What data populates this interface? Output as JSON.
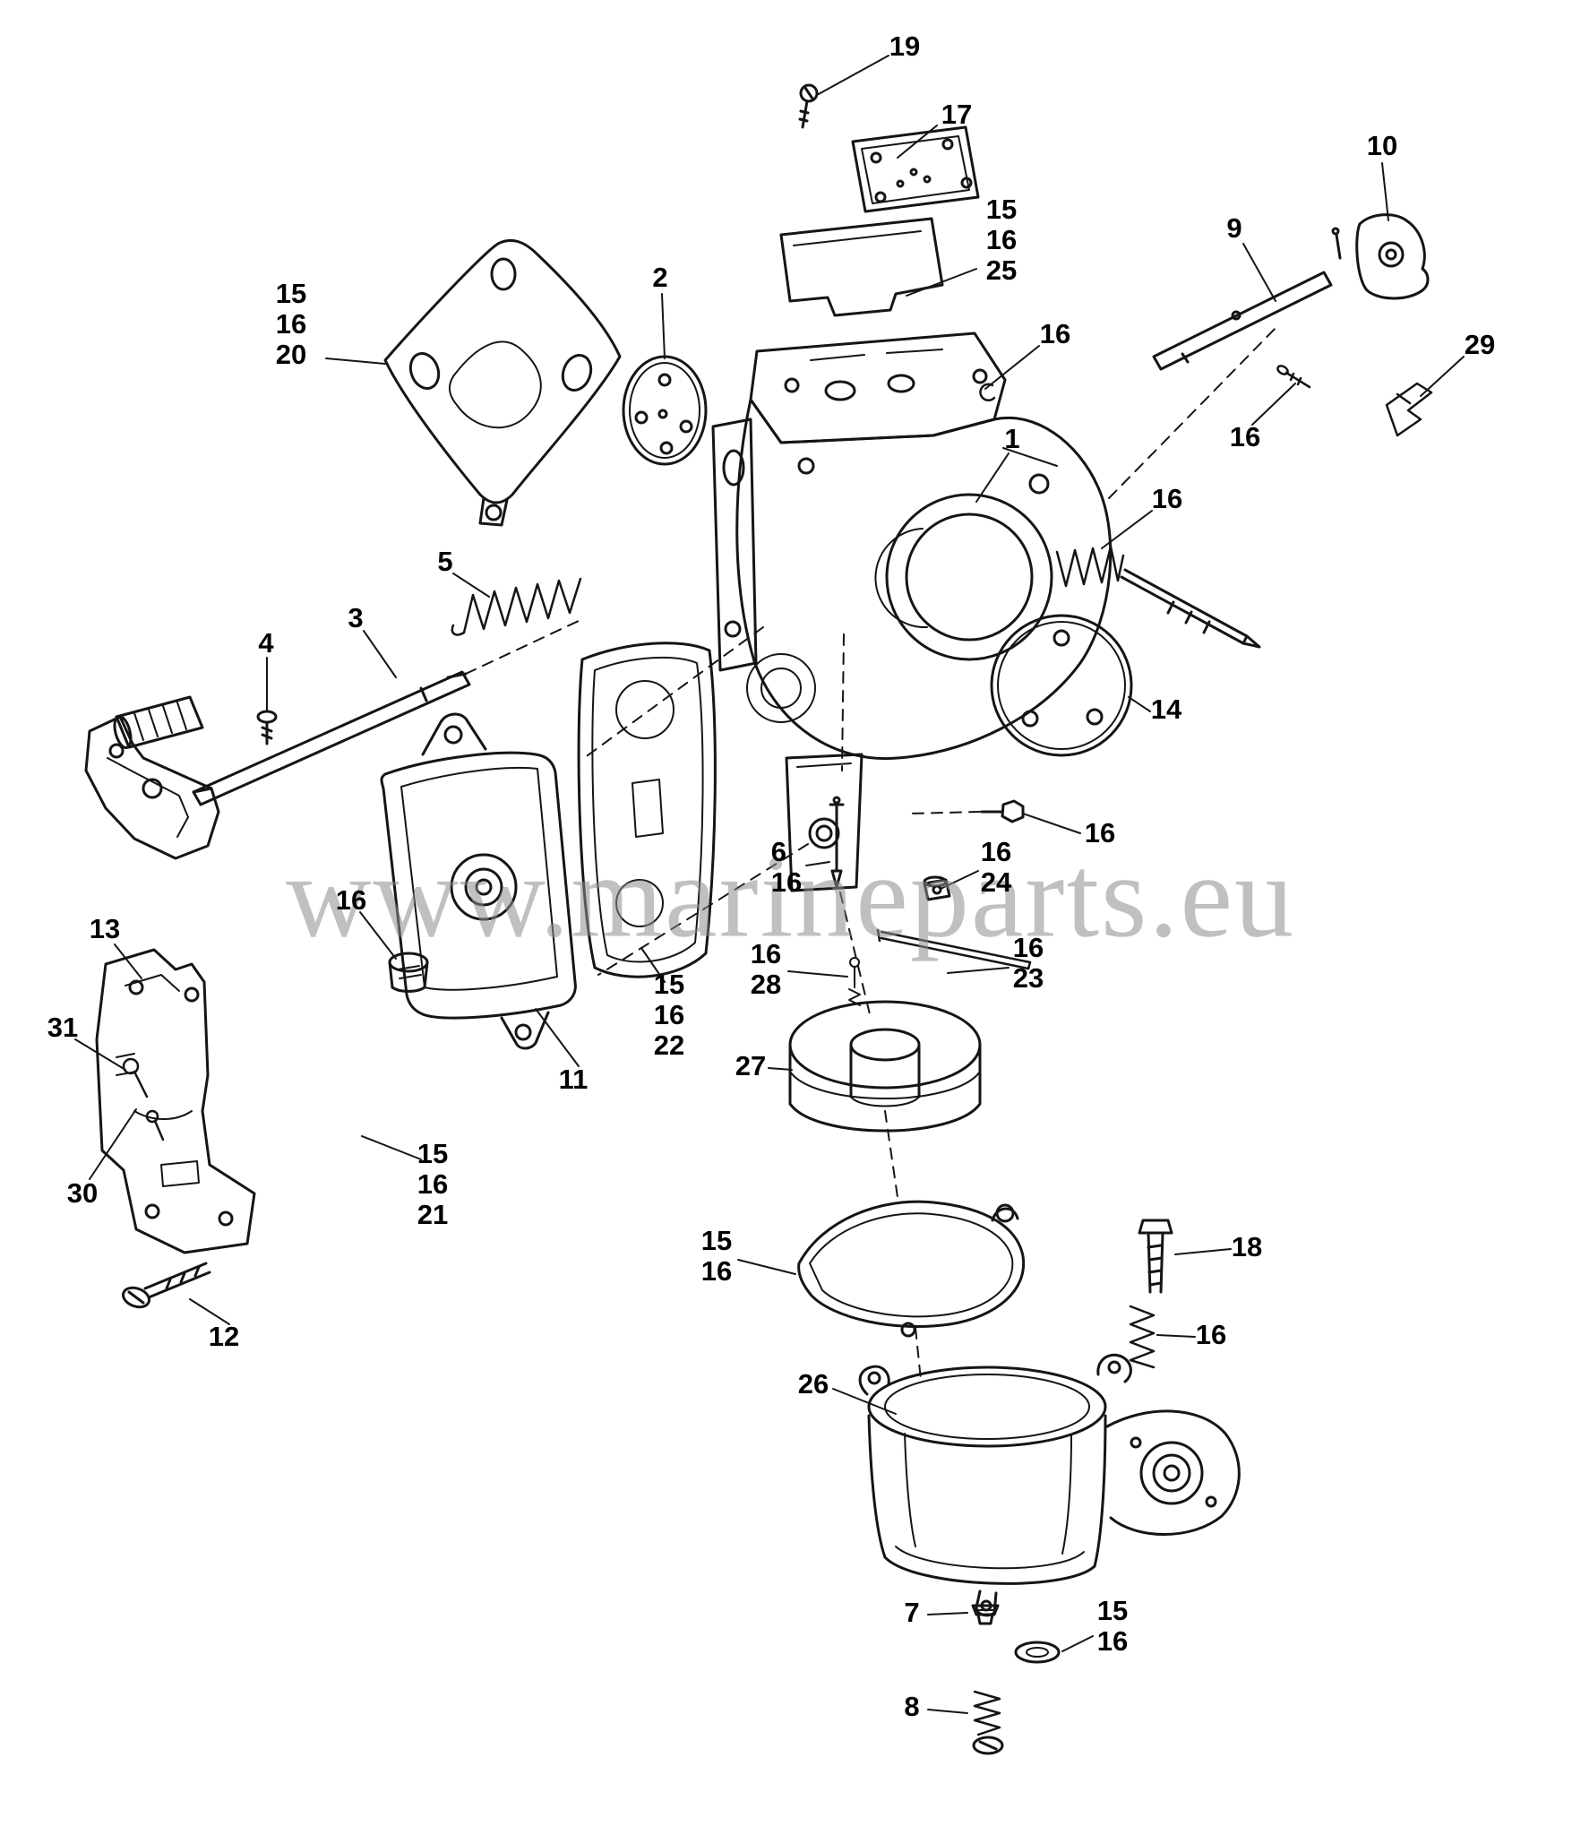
{
  "watermark": {
    "text": "www.marineparts.eu"
  },
  "callouts": {
    "screw_top_cover": "19",
    "top_cover_plate": "17",
    "top_cover_gasket": [
      "15",
      "16",
      "25"
    ],
    "choke_bracket": "10",
    "choke_shaft": "9",
    "retainer_clip_top": "16",
    "link_rod": "29",
    "choke_screw": "16",
    "enrichener_disc": "2",
    "mount_gasket": [
      "15",
      "16",
      "20"
    ],
    "carburetor_body": "1",
    "idle_adjust_spring_screw": "16",
    "throttle_return_spring": "5",
    "throttle_shaft": "3",
    "shaft_screw": "4",
    "side_cover_plate": "14",
    "cover_screw": "16",
    "inlet_needle": [
      "6",
      "16"
    ],
    "needle_seat": [
      "16",
      "24"
    ],
    "main_nozzle": [
      "16",
      "23"
    ],
    "pivot_pin": [
      "16",
      "28"
    ],
    "pump_gasket": [
      "15",
      "16",
      "22"
    ],
    "fuel_pump_body": "11",
    "welch_plug": "16",
    "mount_bracket": "13",
    "bracket_screw_upper": "31",
    "bracket_screw_lower": "30",
    "pump_diaphragm": [
      "15",
      "16",
      "21"
    ],
    "bracket_bolt": "12",
    "float": "27",
    "bowl_gasket": [
      "15",
      "16"
    ],
    "bowl_screw": "18",
    "bowl_screw_spring": "16",
    "float_bowl": "26",
    "drain_nut": "7",
    "drain_gasket": [
      "15",
      "16"
    ],
    "idle_mixture_screw": "8"
  }
}
